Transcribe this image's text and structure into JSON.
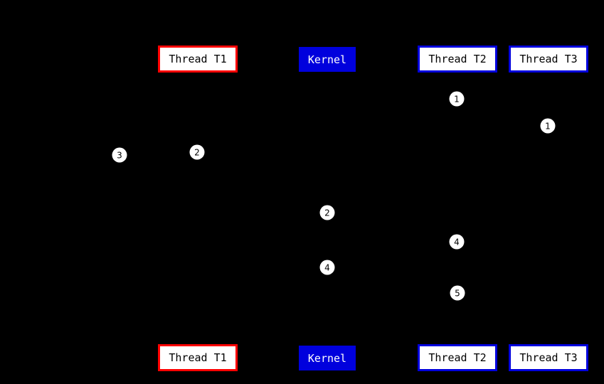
{
  "colors": {
    "background": "#000000",
    "red_accent": "#ff0000",
    "blue_accent": "#0000dd",
    "box_fill": "#ffffff",
    "box_text": "#000000",
    "kernel_text": "#ffffff"
  },
  "lifelines": {
    "thread_t1": "Thread T1",
    "kernel": "Kernel",
    "thread_t2": "Thread T2",
    "thread_t3": "Thread T3"
  },
  "markers": [
    "1",
    "1",
    "2",
    "3",
    "2",
    "4",
    "4",
    "5"
  ]
}
